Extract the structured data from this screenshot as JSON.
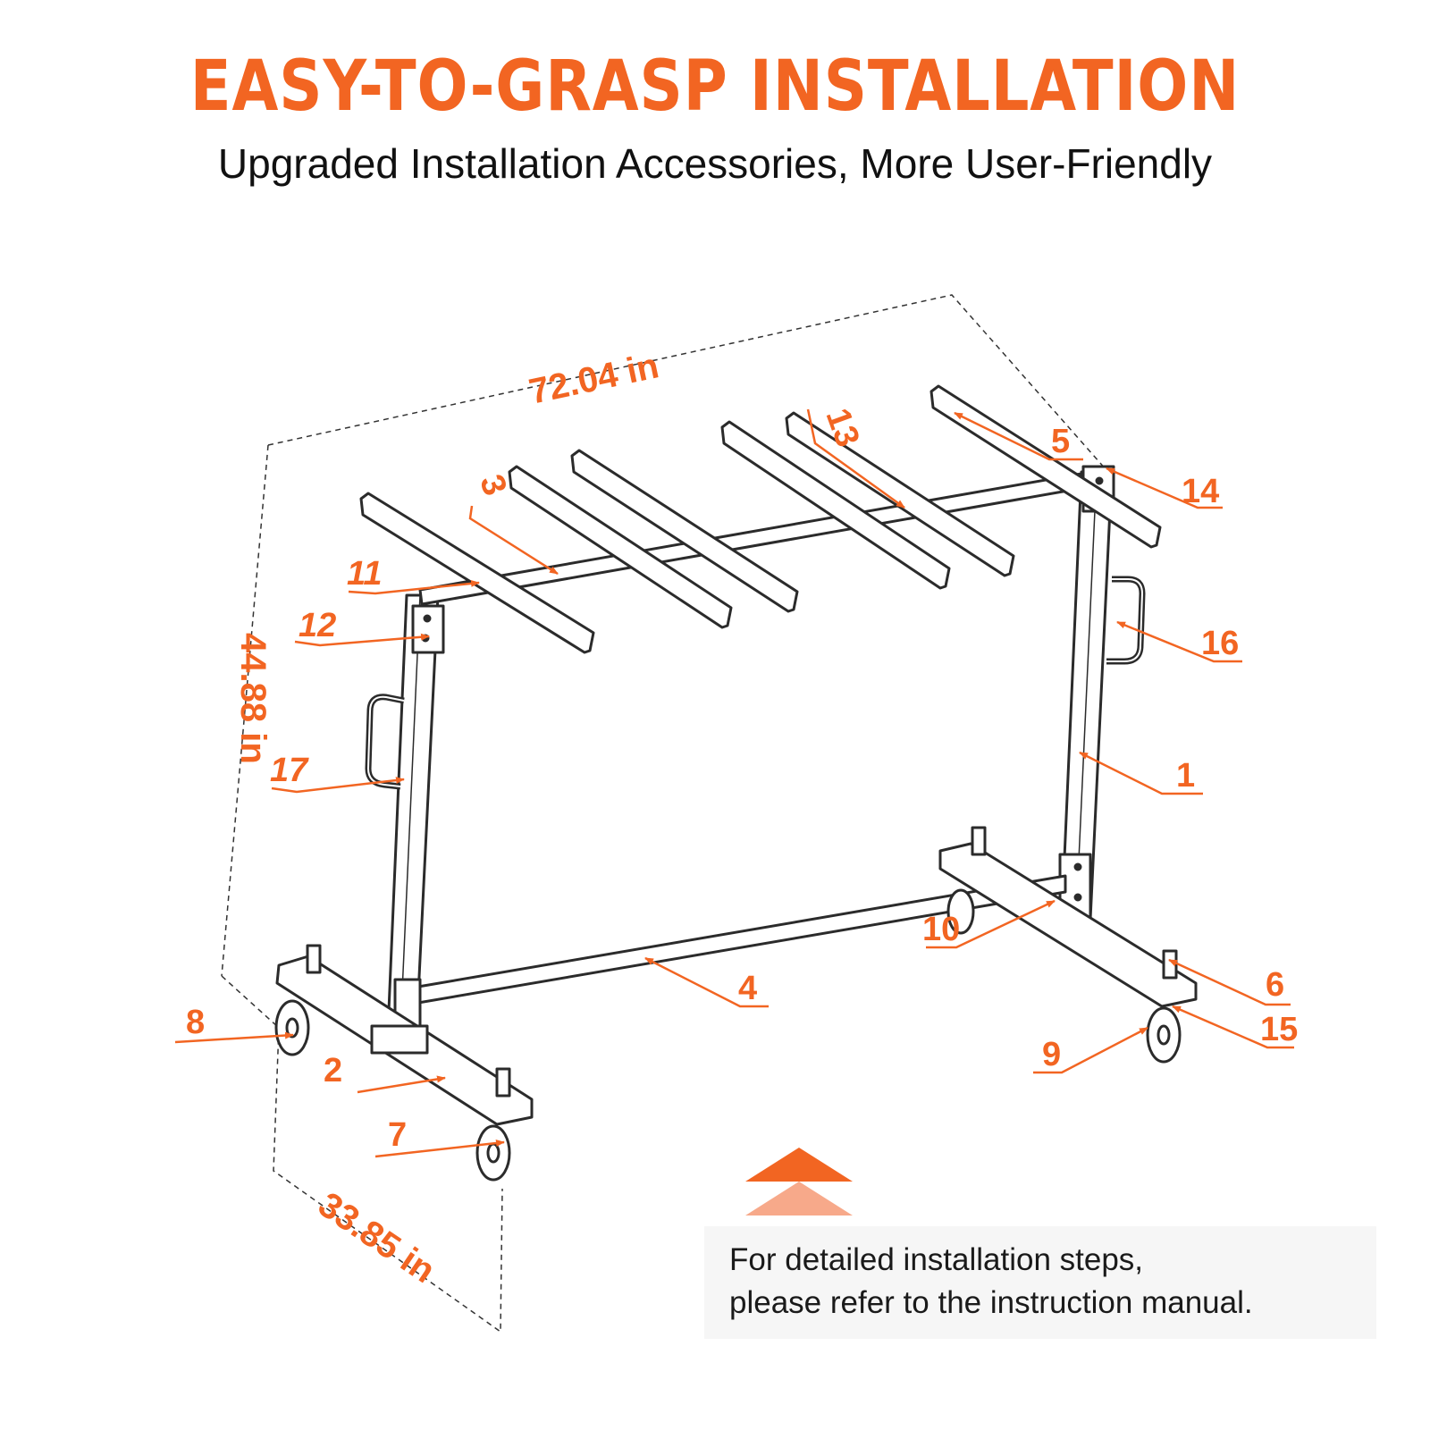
{
  "title": "EASY-TO-GRASP INSTALLATION",
  "subtitle": "Upgraded Installation Accessories, More User-Friendly",
  "colors": {
    "accent": "#f26522",
    "accent_light": "#f7a98a",
    "frame": "#2b2b2b",
    "note_bg": "#f6f6f6"
  },
  "dimensions": {
    "length": "72.04 in",
    "height": "44.88 in",
    "depth": "33.85 in"
  },
  "part_labels": [
    "1",
    "2",
    "3",
    "4",
    "5",
    "6",
    "7",
    "8",
    "9",
    "10",
    "11",
    "12",
    "13",
    "14",
    "15",
    "16",
    "17"
  ],
  "note": {
    "line1": "For detailed installation steps,",
    "line2": "please refer to the instruction manual."
  }
}
